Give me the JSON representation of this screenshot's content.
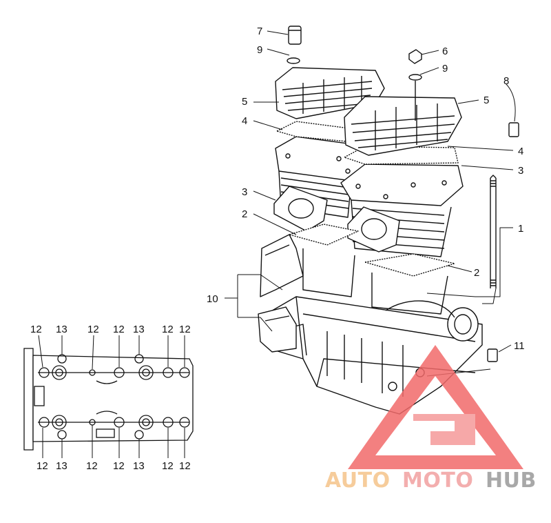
{
  "diagram": {
    "callouts_main": {
      "c1": "1",
      "c2a": "2",
      "c2b": "2",
      "c3a": "3",
      "c3b": "3",
      "c4a": "4",
      "c4b": "4",
      "c5a": "5",
      "c5b": "5",
      "c6": "6",
      "c7": "7",
      "c8": "8",
      "c9a": "9",
      "c9b": "9",
      "c10": "10",
      "c11": "11"
    },
    "callouts_inset_top": [
      "12",
      "13",
      "12",
      "12",
      "13",
      "12",
      "12"
    ],
    "callouts_inset_bottom": [
      "12",
      "13",
      "12",
      "12",
      "13",
      "12",
      "12"
    ]
  },
  "watermark": {
    "part1": "AUTO",
    "part2": "MOTO",
    "part3": "HUB",
    "colors": {
      "auto": "#f5c48a",
      "moto": "#f2a0a0",
      "hub": "#9a9a9a",
      "triangle": "#f26a6a"
    }
  }
}
